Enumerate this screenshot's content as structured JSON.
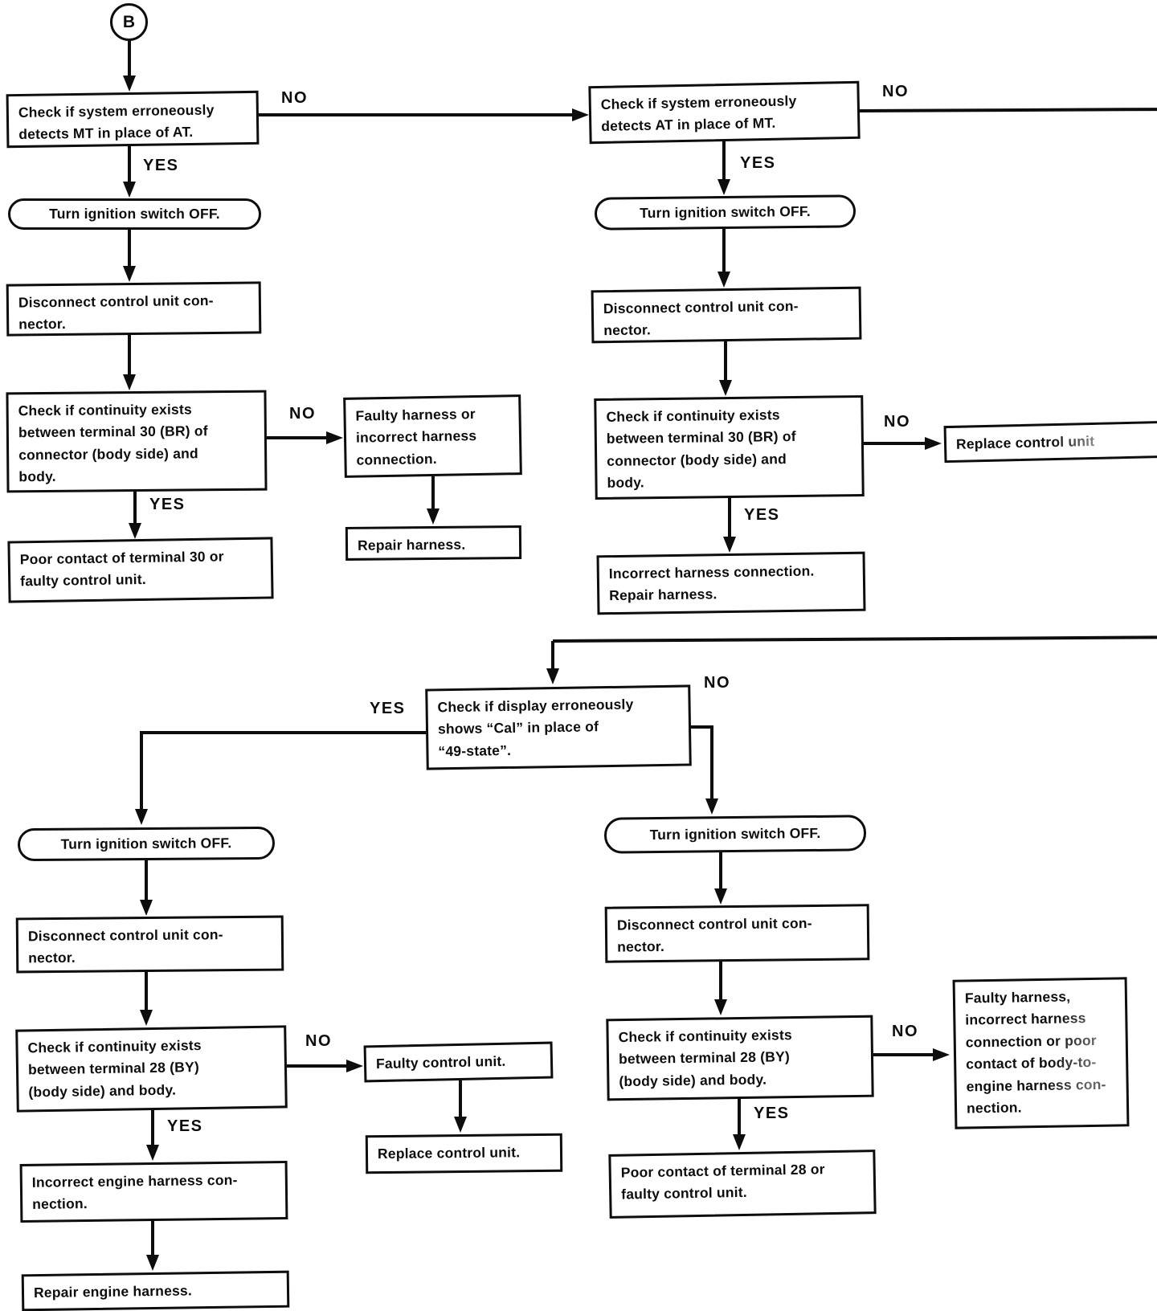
{
  "page": {
    "background": "#ffffff",
    "ink": "#0d0d0d"
  },
  "labels": {
    "yes": "YES",
    "no": "NO"
  },
  "connector": {
    "label": "B"
  },
  "nodes": {
    "a1": {
      "shape": "rect",
      "lines": [
        "Check if system erroneously",
        "detects MT in place of AT."
      ]
    },
    "a2": {
      "shape": "rounded",
      "lines": [
        "Turn ignition switch OFF."
      ]
    },
    "a3": {
      "shape": "rect",
      "lines": [
        "Disconnect control unit con-",
        "nector."
      ]
    },
    "a4": {
      "shape": "rect",
      "lines": [
        "Check if continuity exists",
        "between terminal 30 (BR) of",
        "connector (body side) and",
        "body."
      ]
    },
    "a5": {
      "shape": "rect",
      "lines": [
        "Faulty harness or",
        "incorrect harness",
        "connection."
      ]
    },
    "a6": {
      "shape": "rect",
      "lines": [
        "Repair harness."
      ]
    },
    "a7": {
      "shape": "rect",
      "lines": [
        "Poor contact of terminal 30 or",
        "faulty control unit."
      ]
    },
    "b1": {
      "shape": "rect",
      "lines": [
        "Check if system erroneously",
        "detects AT in place of MT."
      ]
    },
    "b2": {
      "shape": "rounded",
      "lines": [
        "Turn ignition switch OFF."
      ]
    },
    "b3": {
      "shape": "rect",
      "lines": [
        "Disconnect control unit con-",
        "nector."
      ]
    },
    "b4": {
      "shape": "rect",
      "lines": [
        "Check if continuity exists",
        "between terminal 30 (BR) of",
        "connector (body side) and",
        "body."
      ]
    },
    "b5": {
      "shape": "rect",
      "lines": [
        "Replace control unit"
      ]
    },
    "b6": {
      "shape": "rect",
      "lines": [
        "Incorrect harness connection.",
        "Repair harness."
      ]
    },
    "c1": {
      "shape": "rect",
      "lines": [
        "Check if display erroneously",
        "shows “Cal” in place of",
        "“49-state”."
      ]
    },
    "c2": {
      "shape": "rounded",
      "lines": [
        "Turn ignition switch OFF."
      ]
    },
    "c3": {
      "shape": "rect",
      "lines": [
        "Disconnect control unit con-",
        "nector."
      ]
    },
    "c4": {
      "shape": "rect",
      "lines": [
        "Check if continuity exists",
        "between terminal 28 (BY)",
        "(body side) and body."
      ]
    },
    "c5": {
      "shape": "rect",
      "lines": [
        "Faulty control unit."
      ]
    },
    "c6": {
      "shape": "rect",
      "lines": [
        "Replace control unit."
      ]
    },
    "c7": {
      "shape": "rect",
      "lines": [
        "Incorrect engine harness con-",
        "nection."
      ]
    },
    "c8": {
      "shape": "rect",
      "lines": [
        "Repair engine harness."
      ]
    },
    "d2": {
      "shape": "rounded",
      "lines": [
        "Turn ignition switch OFF."
      ]
    },
    "d3": {
      "shape": "rect",
      "lines": [
        "Disconnect control unit con-",
        "nector."
      ]
    },
    "d4": {
      "shape": "rect",
      "lines": [
        "Check if continuity exists",
        "between terminal 28 (BY)",
        "(body side) and body."
      ]
    },
    "d5": {
      "shape": "rect",
      "lines": [
        "Faulty harness,",
        "incorrect harness",
        "connection or poor",
        "contact of body-to-",
        "engine harness con-",
        "nection."
      ]
    },
    "d6": {
      "shape": "rect",
      "lines": [
        "Poor contact of terminal 28 or",
        "faulty control unit."
      ]
    }
  }
}
